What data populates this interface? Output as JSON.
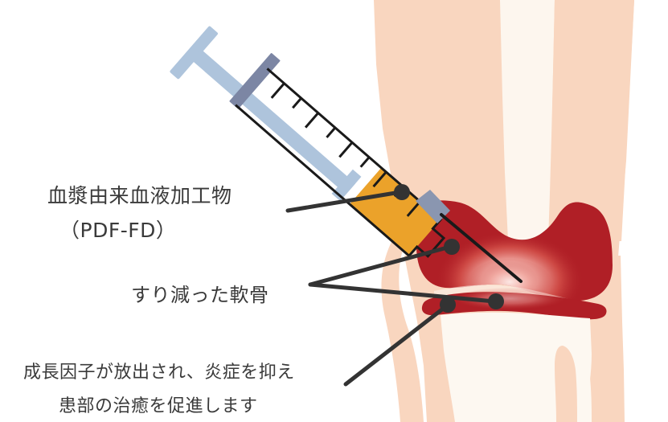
{
  "illustration": {
    "title": "PDF-FD knee joint injection diagram",
    "subject": "knee-joint-cross-section-with-syringe"
  },
  "labels": {
    "product": {
      "line1": "血漿由来血液加工物",
      "line2": "（PDF-FD）",
      "target": "syringe-barrel"
    },
    "cartilage": {
      "line1": "すり減った軟骨",
      "target": "worn-cartilage"
    },
    "effect": {
      "line1": "成長因子が放出され、炎症を抑え",
      "line2": "患部の治癒を促進します",
      "target": "inflamed-joint-space"
    }
  },
  "colors": {
    "background": "#ffffff",
    "text": "#3a3a3a",
    "leader_line": "#333333",
    "skin": "#f9d6bf",
    "skin_highlight": "#fdf6ee",
    "bone_light": "#fdf8f1",
    "bone_red": "#b01f26",
    "bone_red_dark": "#a5171d",
    "inflammation_glow": "#f2a09a",
    "inflammation_core": "#f6c0b8",
    "syringe_plunger": "#aec4dc",
    "syringe_flange": "#7c86a4",
    "syringe_fluid": "#eba22a",
    "syringe_outline": "#1a1a1a",
    "needle_hub": "#8a96b0",
    "needle": "#1a1a1a"
  },
  "parts": [
    {
      "name": "thigh",
      "label": "大腿"
    },
    {
      "name": "femur",
      "label": "大腿骨"
    },
    {
      "name": "tibia-plateau",
      "label": "脛骨"
    },
    {
      "name": "lower-leg",
      "label": "下腿"
    },
    {
      "name": "syringe",
      "label": "注射器"
    },
    {
      "name": "needle",
      "label": "注射針"
    },
    {
      "name": "inflammation",
      "label": "炎症部位"
    }
  ]
}
